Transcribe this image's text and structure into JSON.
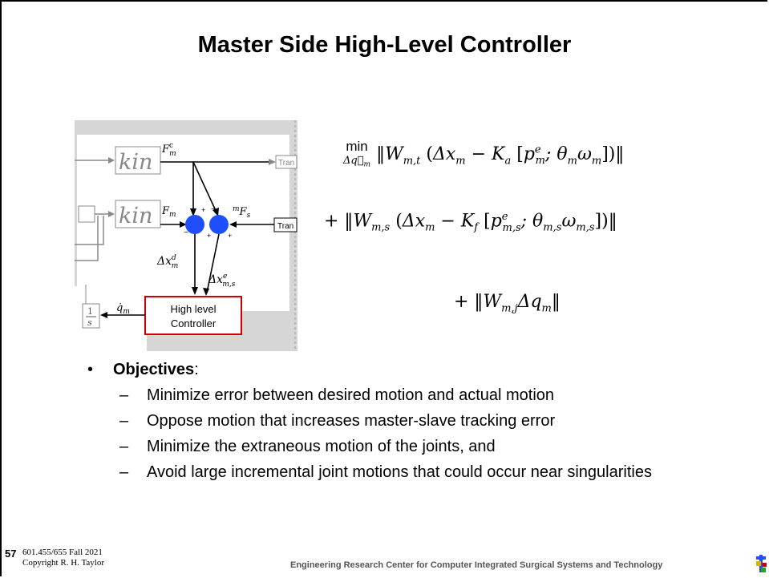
{
  "slide": {
    "title": "Master Side High-Level Controller",
    "slide_number": "57",
    "course": "601.455/655 Fall 2021",
    "copyright": "Copyright R. H. Taylor",
    "center_footer": "Engineering Research Center for Computer Integrated Surgical Systems and Technology"
  },
  "diagram": {
    "kin_label": "kin",
    "tran_label": "Tran",
    "controller_line1": "High level",
    "controller_line2": "Controller",
    "integrator_num": "1",
    "integrator_den": "s"
  },
  "objectives": {
    "heading": "Objectives",
    "items": [
      "Minimize error between desired motion and actual motion",
      "Oppose motion that increases master-slave tracking error",
      "Minimize the extraneous motion of the joints, and",
      "Avoid large incremental joint motions that could occur near singularities"
    ]
  },
  "colors": {
    "summing_junction": "#1f4fff",
    "controller_border": "#cc0000",
    "diagram_gray": "#d6d6d6"
  }
}
